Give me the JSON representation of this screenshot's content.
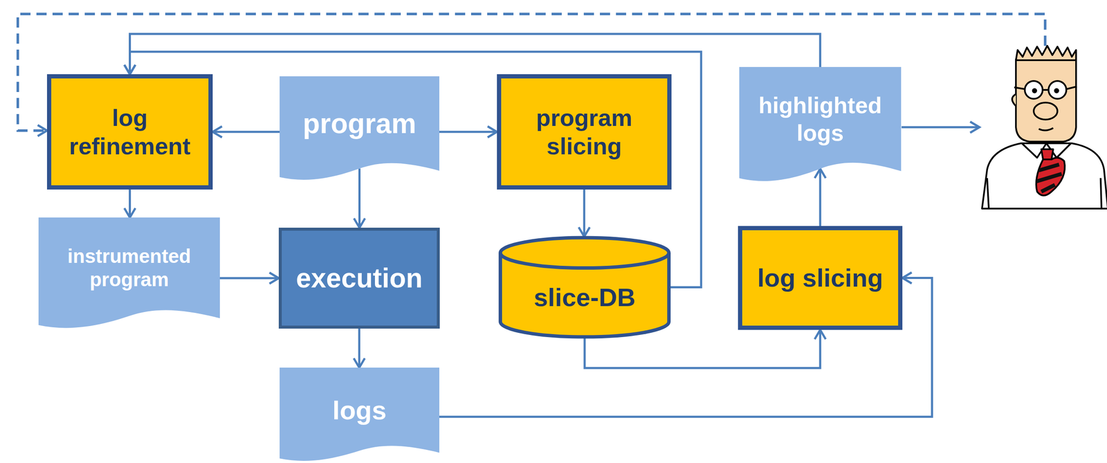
{
  "diagram": {
    "nodes": [
      {
        "text": [
          "log refinement"
        ]
      },
      {
        "text": [
          "program"
        ]
      },
      {
        "text": [
          "program slicing"
        ]
      },
      {
        "text": [
          "highlighted logs"
        ]
      },
      {
        "text": [
          "instrumented program"
        ]
      },
      {
        "text": [
          "execution"
        ]
      },
      {
        "text": [
          "slice-DB"
        ]
      },
      {
        "text": [
          "log slicing"
        ]
      },
      {
        "text": [
          "logs"
        ]
      }
    ],
    "edges": [
      {
        "from": 1,
        "to": 0,
        "arrow": "to"
      },
      {
        "from": 1,
        "to": 2,
        "arrow": "to"
      },
      {
        "from": 1,
        "to": 5,
        "arrow": "to"
      },
      {
        "from": 0,
        "to": 4,
        "arrow": "to"
      },
      {
        "from": 4,
        "to": 5,
        "arrow": "to"
      },
      {
        "from": 5,
        "to": 8,
        "arrow": "to"
      },
      {
        "from": 2,
        "to": 6,
        "arrow": "to"
      },
      {
        "from": 6,
        "to": 7,
        "arrow": "to"
      },
      {
        "from": 8,
        "to": 7,
        "arrow": "to"
      },
      {
        "from": 7,
        "to": 3,
        "arrow": "to"
      },
      {
        "from": 3,
        "to": 0,
        "arrow": "to"
      },
      {
        "from": 6,
        "to": 0,
        "arrow": "to"
      }
    ]
  }
}
